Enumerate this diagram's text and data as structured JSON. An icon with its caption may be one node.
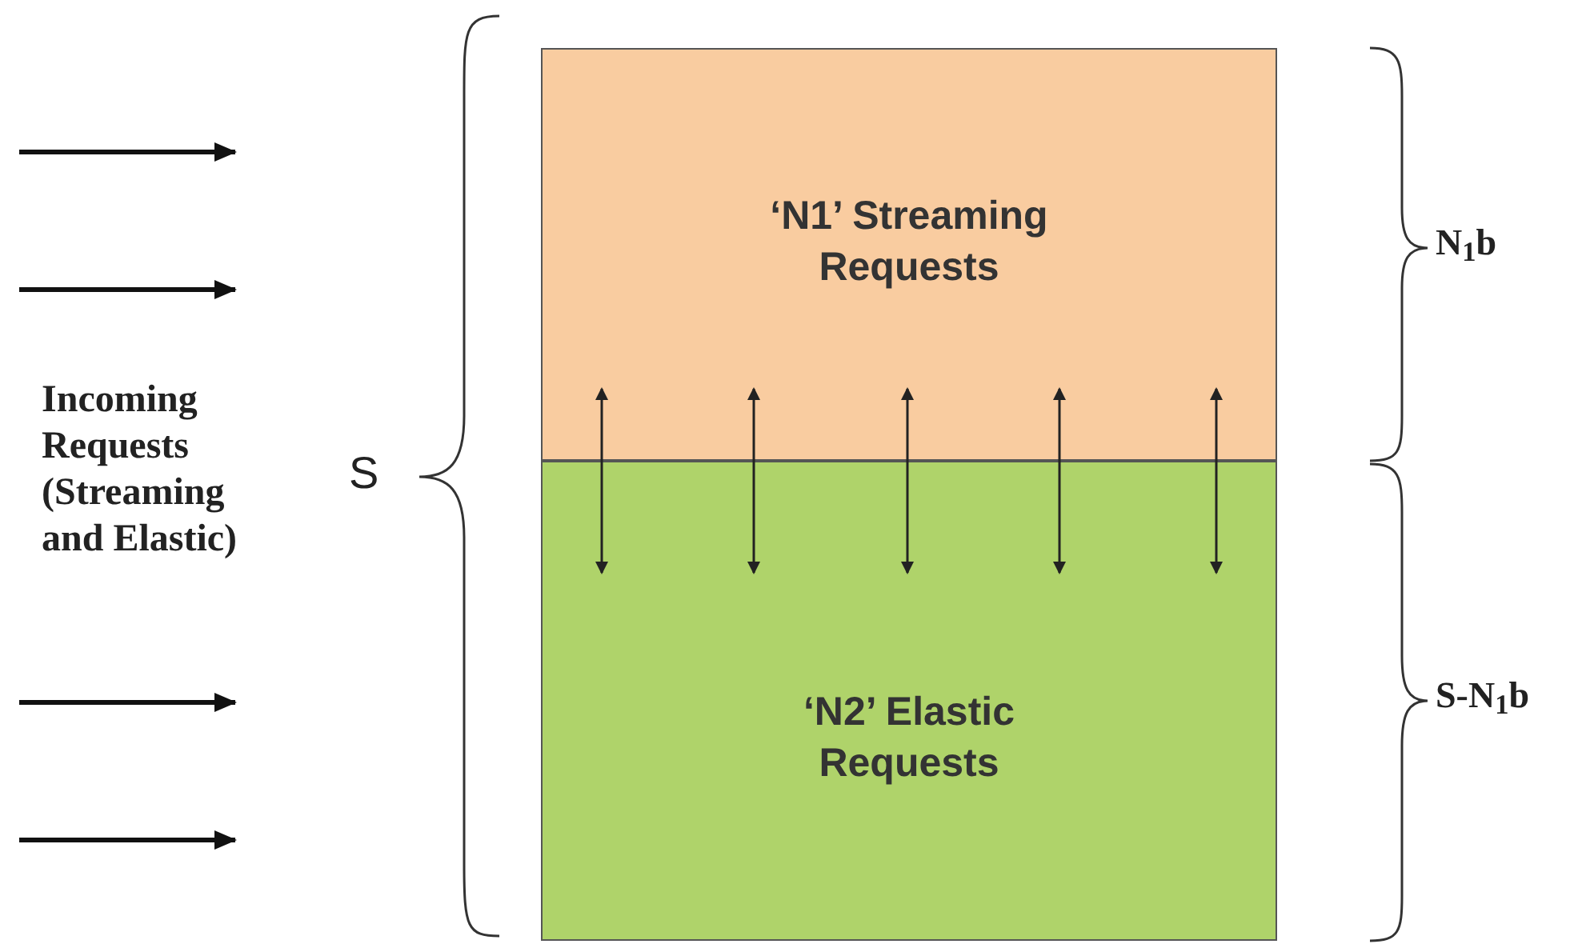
{
  "diagram": {
    "nodes": [
      {
        "text": [
          "Incoming Requests (Streaming and Elastic)"
        ]
      },
      {
        "text": [
          "‘N1’ Streaming Requests"
        ]
      },
      {
        "text": [
          "‘N2’ Elastic Requests"
        ]
      }
    ],
    "edges": [
      {
        "from": 1,
        "to": 2,
        "arrow": "both"
      },
      {
        "from": 1,
        "to": 2,
        "arrow": "both"
      },
      {
        "from": 1,
        "to": 2,
        "arrow": "both"
      },
      {
        "from": 1,
        "to": 2,
        "arrow": "both"
      },
      {
        "from": 1,
        "to": 2,
        "arrow": "both"
      }
    ],
    "labels": [
      "S",
      "N$_{1}$b",
      "S-N$_{1}$b"
    ]
  }
}
